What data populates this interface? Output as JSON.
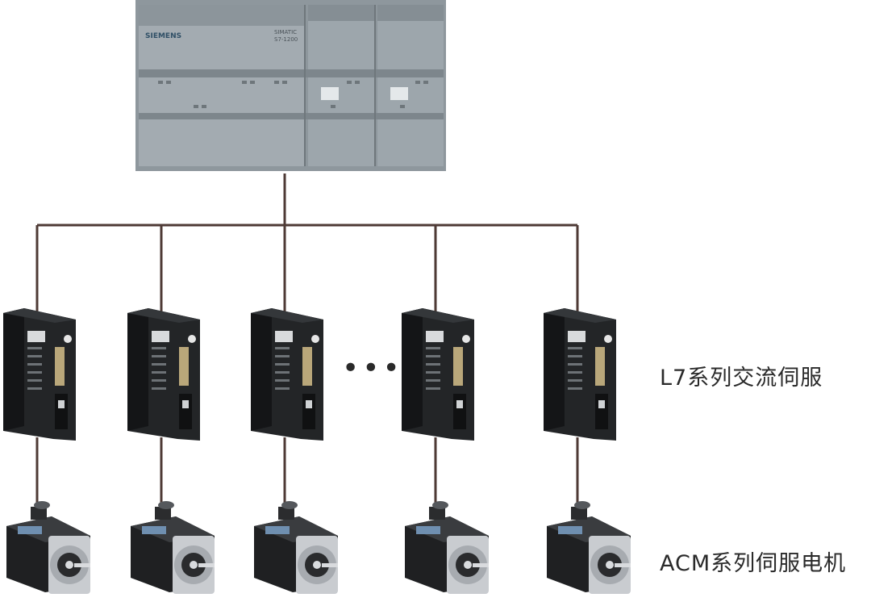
{
  "plc": {
    "brand": "SIEMENS",
    "model_line1": "SIMATIC",
    "model_line2": "S7-1200"
  },
  "drive_count": 5,
  "motor_count": 5,
  "ellipsis": "•••",
  "labels": {
    "drives": "L7系列交流伺服",
    "motors": "ACM系列伺服电机"
  },
  "colors": {
    "wire": "#4e3a35",
    "plc_body": "#9ba4aa",
    "drive_body": "#232527",
    "motor_body": "#1f2022",
    "motor_flange": "#c9ccd0"
  }
}
